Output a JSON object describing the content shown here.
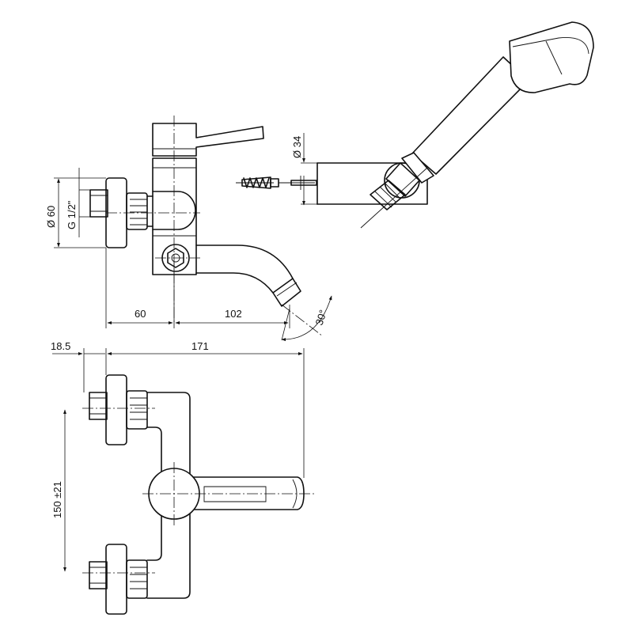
{
  "dimensions": {
    "side_view": {
      "diameter": "Ø 60",
      "thread": "G 1/2\"",
      "depth": "60",
      "spout_reach": "102",
      "spout_angle": "30°"
    },
    "handshower": {
      "diameter": "Ø 34"
    },
    "front_view": {
      "offset": "18.5",
      "overall_length": "171",
      "centers": "150 ±21"
    }
  }
}
